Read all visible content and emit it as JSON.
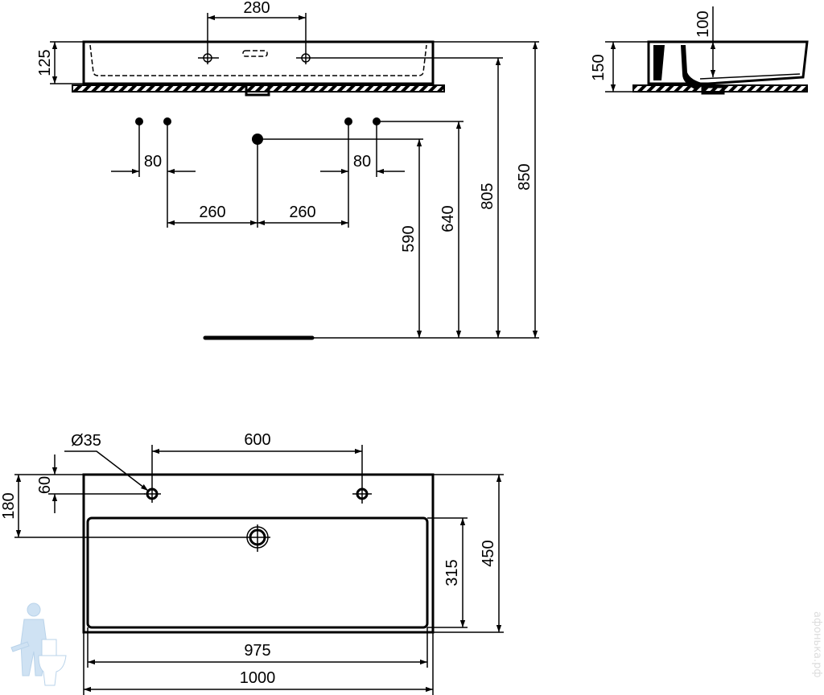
{
  "front_view": {
    "tap_spacing": "280",
    "height": "125"
  },
  "supply_points": {
    "left_spacing": "80",
    "right_spacing": "80",
    "left_offset": "260",
    "right_offset": "260",
    "drain_height": "590",
    "supply_height": "640",
    "tap_height": "805",
    "top_height": "850"
  },
  "side_view": {
    "height": "150",
    "bowl_depth": "100"
  },
  "plan_view": {
    "hole_diameter": "Ø35",
    "hole_spacing": "600",
    "hole_offset": "60",
    "drain_offset": "180",
    "depth": "450",
    "basin_depth": "315",
    "basin_width": "975",
    "width": "1000"
  },
  "watermark": "афонька.рф"
}
